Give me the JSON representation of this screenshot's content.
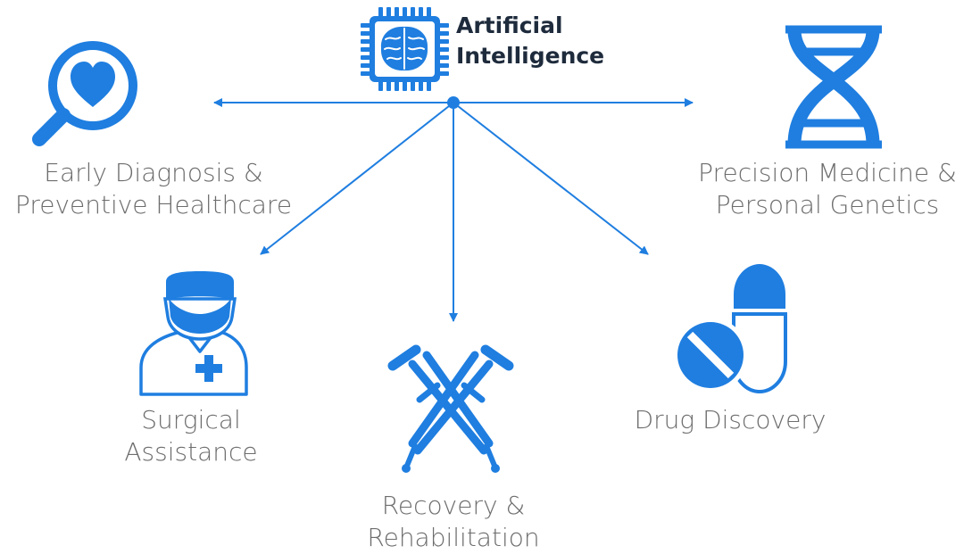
{
  "colors": {
    "accent": "#1f7ee0",
    "label_text": "#6d6d6d",
    "hub_text": "#1e2b3c",
    "background": "#ffffff"
  },
  "hub": {
    "icon": "brain-chip-icon",
    "title_line1": "Artificial",
    "title_line2": "Intelligence"
  },
  "nodes": [
    {
      "id": "early-diagnosis",
      "icon": "magnifier-heart-icon",
      "line1": "Early Diagnosis &",
      "line2": "Preventive Healthcare"
    },
    {
      "id": "precision-medicine",
      "icon": "dna-icon",
      "line1": "Precision Medicine &",
      "line2": "Personal Genetics"
    },
    {
      "id": "surgical-assistance",
      "icon": "surgeon-icon",
      "line1": "Surgical",
      "line2": "Assistance"
    },
    {
      "id": "recovery",
      "icon": "crutches-icon",
      "line1": "Recovery &",
      "line2": "Rehabilitation"
    },
    {
      "id": "drug-discovery",
      "icon": "pills-icon",
      "line1": "Drug Discovery",
      "line2": ""
    }
  ]
}
